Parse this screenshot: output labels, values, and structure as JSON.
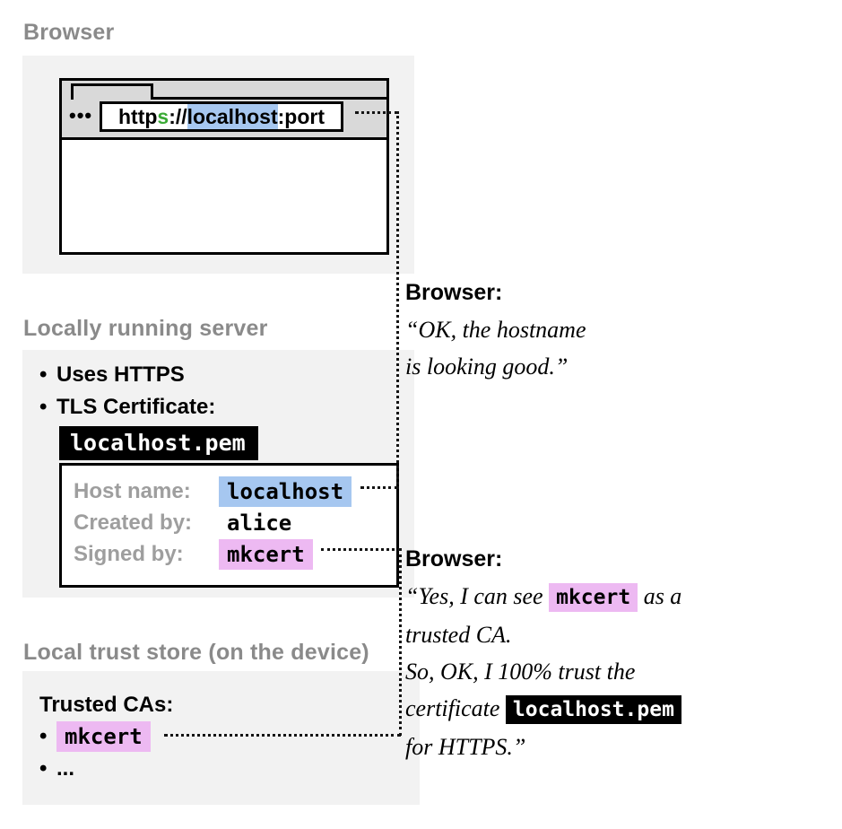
{
  "colors": {
    "highlight_blue": "#a6c7f0",
    "highlight_pink": "#edb9f2",
    "secure_green": "#3aaa35",
    "panel_bg": "#f2f2f2",
    "chrome_gray": "#d9d9d9",
    "heading_gray": "#8a8a8a",
    "label_gray": "#9e9e9e"
  },
  "glyphs": {
    "bullet": "•",
    "menu_dots": "•••"
  },
  "browser_section": {
    "heading": "Browser",
    "window": {
      "url": {
        "scheme": "http",
        "secure_s": "s",
        "separator": "://",
        "hostname": "localhost",
        "port": ":port"
      }
    }
  },
  "server_section": {
    "heading": "Locally running server",
    "bullets": [
      {
        "text": "Uses HTTPS"
      },
      {
        "text": "TLS Certificate:"
      }
    ],
    "cert_file_name": "localhost.pem",
    "certificate_fields": [
      {
        "label": "Host name:",
        "value": "localhost"
      },
      {
        "label": "Created by:",
        "value": "alice"
      },
      {
        "label": "Signed by:",
        "value": "mkcert"
      }
    ]
  },
  "trust_store_section": {
    "heading": "Local trust store (on the device)",
    "list_title": "Trusted CAs:",
    "items": [
      {
        "value": "mkcert"
      },
      {
        "value": "..."
      }
    ]
  },
  "notes": {
    "hostname_note": {
      "title": "Browser:",
      "line1": "“OK, the hostname",
      "line2": "is looking good.”"
    },
    "trust_note": {
      "title": "Browser:",
      "line1_pre": "“Yes, I can see ",
      "line1_chip": "mkcert",
      "line1_post": " as a",
      "line2": "trusted CA.",
      "line3": "So, OK, I 100% trust the",
      "line4_pre": "certificate ",
      "line4_chip": "localhost.pem",
      "line5": "for HTTPS.”"
    }
  }
}
